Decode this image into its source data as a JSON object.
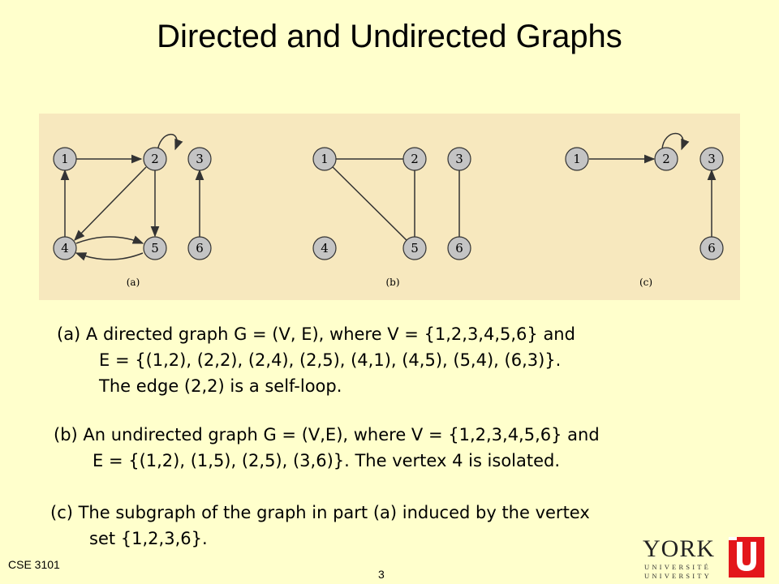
{
  "slide": {
    "title": "Directed and Undirected Graphs",
    "course": "CSE 3101",
    "page_number": "3"
  },
  "figure": {
    "labels": {
      "a": "(a)",
      "b": "(b)",
      "c": "(c)"
    },
    "graph_a": {
      "vertices": [
        "1",
        "2",
        "3",
        "4",
        "5",
        "6"
      ],
      "directed_edges": [
        [
          "1",
          "2"
        ],
        [
          "2",
          "2"
        ],
        [
          "2",
          "4"
        ],
        [
          "2",
          "5"
        ],
        [
          "4",
          "1"
        ],
        [
          "4",
          "5"
        ],
        [
          "5",
          "4"
        ],
        [
          "6",
          "3"
        ]
      ]
    },
    "graph_b": {
      "vertices": [
        "1",
        "2",
        "3",
        "4",
        "5",
        "6"
      ],
      "undirected_edges": [
        [
          "1",
          "2"
        ],
        [
          "1",
          "5"
        ],
        [
          "2",
          "5"
        ],
        [
          "3",
          "6"
        ]
      ]
    },
    "graph_c": {
      "vertices": [
        "1",
        "2",
        "3",
        "6"
      ],
      "directed_edges": [
        [
          "1",
          "2"
        ],
        [
          "2",
          "2"
        ],
        [
          "6",
          "3"
        ]
      ]
    }
  },
  "captions": {
    "a": {
      "line1": "(a)  A directed graph G = (V, E), where V = {1,2,3,4,5,6} and",
      "line2": "E = {(1,2), (2,2), (2,4), (2,5), (4,1), (4,5), (5,4), (6,3)}.",
      "line3": "The edge (2,2) is a self-loop."
    },
    "b": {
      "line1": "(b) An undirected graph G = (V,E), where V = {1,2,3,4,5,6} and",
      "line2": "E = {(1,2), (1,5), (2,5), (3,6)}. The vertex 4 is isolated."
    },
    "c": {
      "line1": "(c) The subgraph of the graph in part (a) induced by the vertex",
      "line2": "set {1,2,3,6}."
    }
  },
  "logo": {
    "word": "YORK",
    "sub1": "UNIVERSITÉ",
    "sub2": "UNIVERSITY",
    "colors": {
      "wordmark": "#222222",
      "mark": "#e3161b"
    }
  },
  "colors": {
    "background": "#ffffcc",
    "figure_background": "#f7e8be",
    "vertex_fill": "#c4c4c4",
    "vertex_stroke": "#333333"
  }
}
